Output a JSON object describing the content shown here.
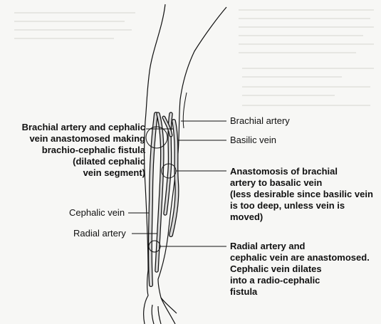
{
  "labels": {
    "fistula_left": "Brachial artery and cephalic\nvein anastomosed making\nbrachio-cephalic fistula\n(dilated cephalic\nvein segment)",
    "cephalic_vein": "Cephalic vein",
    "radial_artery": "Radial artery",
    "brachial_artery": "Brachial artery",
    "basilic_vein": "Basilic vein",
    "anastomosis_basilic": "Anastomosis of brachial\nartery to basalic vein\n(less desirable since basilic vein\nis too deep, unless vein is moved)",
    "radio_cephalic": "Radial artery and\ncephalic vein are anastomosed.\nCephalic vein dilates\ninto a radio-cephalic\nfistula"
  },
  "colors": {
    "line": "#111111",
    "vessel_fill": "#d9d9d9",
    "background": "#f7f7f5",
    "bleed_text": "#e6e6e2"
  }
}
